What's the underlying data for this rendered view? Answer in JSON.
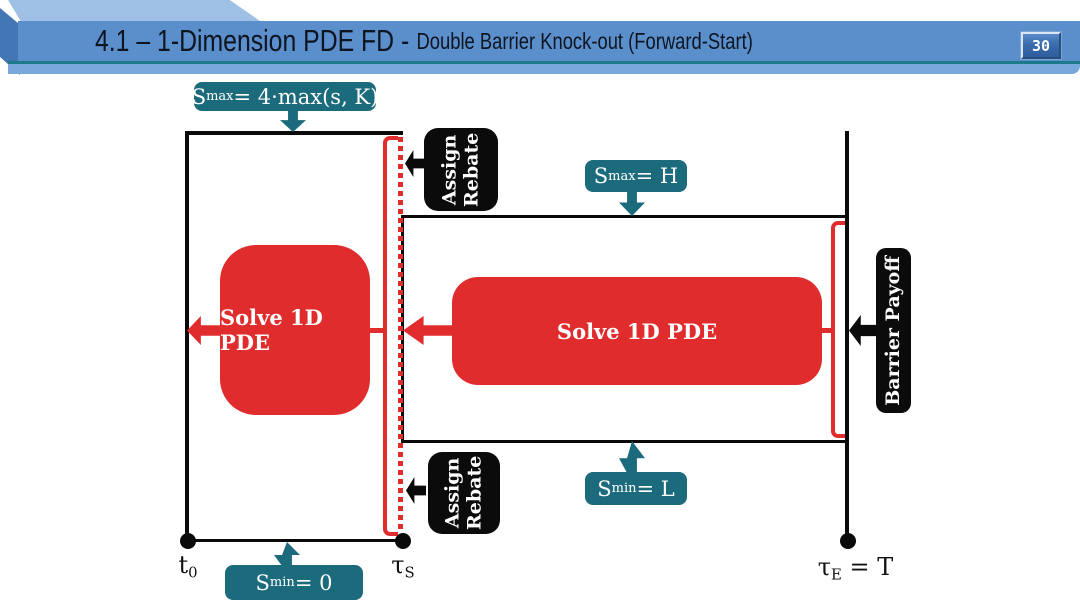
{
  "header": {
    "title_main": "4.1 – 1-Dimension PDE FD -",
    "title_sub": "Double Barrier Knock-out (Forward-Start)",
    "page_number": "30"
  },
  "colors": {
    "banner_blue": "#5B8FCB",
    "ribbon_light": "#9FC0E5",
    "ribbon_dark": "#4376B4",
    "banner_teal_line": "#1C7A8A",
    "teal": "#1C6B7C",
    "red": "#E02C2C",
    "line_black": "#0A0A0A"
  },
  "diagram": {
    "smax_left": {
      "base": "S",
      "sub": "max",
      "rest": " = 4·max(s, K)"
    },
    "smax_right": {
      "base": "S",
      "sub": "max",
      "rest": " = H"
    },
    "smin_right": {
      "base": "S",
      "sub": "min",
      "rest": " = L"
    },
    "smin_left": {
      "base": "S",
      "sub": "min",
      "rest": " = 0"
    },
    "solve_left": "Solve 1D PDE",
    "solve_right": "Solve 1D PDE",
    "assign_rebate": {
      "line1": "Assign",
      "line2": "Rebate"
    },
    "barrier_payoff": "Barrier Payoff",
    "t0": {
      "base": "t",
      "sub": "0",
      "rest": ""
    },
    "tau_s": {
      "base": "τ",
      "sub": "S",
      "rest": ""
    },
    "tau_e": {
      "base": "τ",
      "sub": "E",
      "rest": " = T"
    }
  }
}
